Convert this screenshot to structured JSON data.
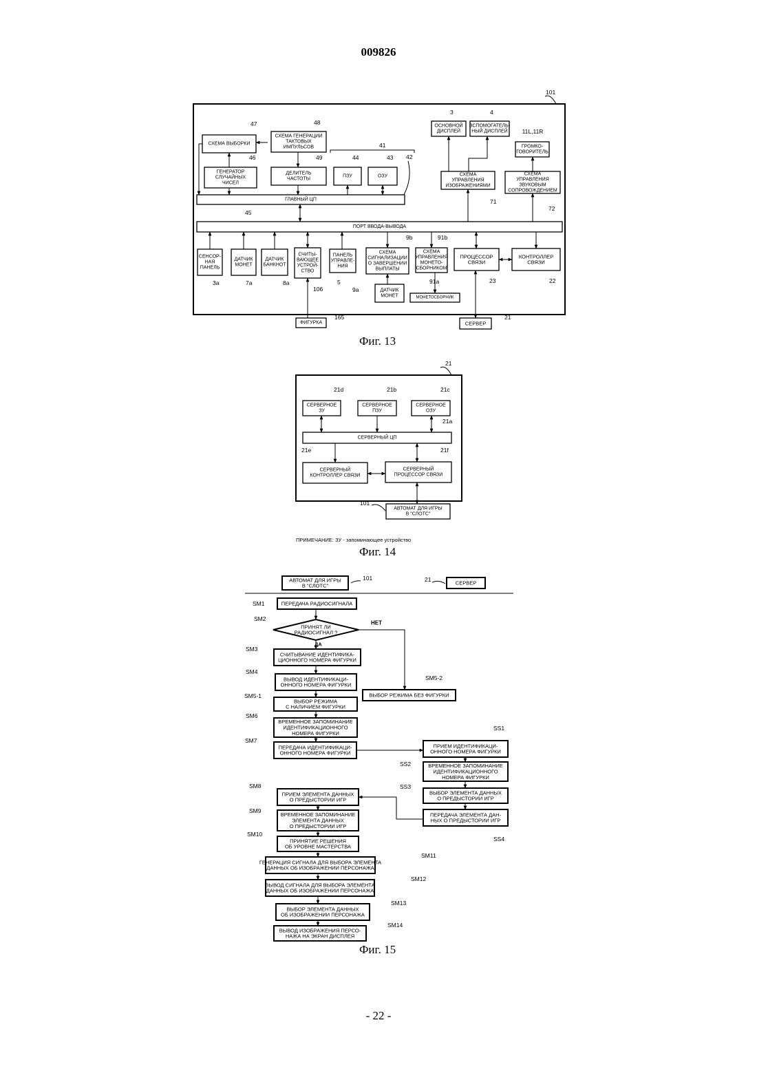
{
  "header": {
    "doc_number": "009826"
  },
  "fig13": {
    "caption": "Фиг. 13",
    "frame_ref": "101",
    "blocks": {
      "sampling": {
        "lines": [
          "СХЕМА ВЫБОРКИ"
        ],
        "ref": "47"
      },
      "clock": {
        "lines": [
          "СХЕМА ГЕНЕРАЦИИ",
          "ТАКТОВЫХ",
          "ИМПУЛЬСОВ"
        ],
        "ref": "48"
      },
      "rng": {
        "lines": [
          "ГЕНЕРАТОР",
          "СЛУЧАЙНЫХ",
          "ЧИСЕЛ"
        ],
        "ref": "46"
      },
      "divider": {
        "lines": [
          "ДЕЛИТЕЛЬ",
          "ЧАСТОТЫ"
        ],
        "ref": "49"
      },
      "rom": {
        "lines": [
          "ПЗУ"
        ],
        "ref": "44"
      },
      "ram": {
        "lines": [
          "ОЗУ"
        ],
        "ref": "43"
      },
      "mem_group_ref": "41",
      "mem_ref": "42",
      "main_display": {
        "lines": [
          "ОСНОВНОЙ",
          "ДИСПЛЕЙ"
        ],
        "ref": "3"
      },
      "aux_display": {
        "lines": [
          "ВСПОМОГАТЕЛЬ-",
          "НЫЙ ДИСПЛЕЙ"
        ],
        "ref": "4"
      },
      "speaker": {
        "lines": [
          "ГРОМКО-",
          "ГОВОРИТЕЛЬ"
        ],
        "ref": "11L,11R"
      },
      "image_ctrl": {
        "lines": [
          "СХЕМА",
          "УПРАВЛЕНИЯ",
          "ИЗОБРАЖЕНИЯМИ"
        ],
        "ref": "71"
      },
      "sound_ctrl": {
        "lines": [
          "СХЕМА",
          "УПРАВЛЕНИЯ",
          "ЗВУКОВЫМ",
          "СОПРОВОЖДЕНИЕМ"
        ],
        "ref": "72"
      },
      "cpu": {
        "lines": [
          "ГЛАВНЫЙ ЦП"
        ]
      },
      "io_port": {
        "lines": [
          "ПОРТ ВВОДА-ВЫВОДА"
        ],
        "ref": "45"
      },
      "touch": {
        "lines": [
          "СЕНСОР-",
          "НАЯ",
          "ПАНЕЛЬ"
        ],
        "ref": "3а"
      },
      "coin_sensor": {
        "lines": [
          "ДАТЧИК",
          "МОНЕТ"
        ],
        "ref": "7а"
      },
      "bill_sensor": {
        "lines": [
          "ДАТЧИК",
          "БАНКНОТ"
        ],
        "ref": "8а"
      },
      "reader": {
        "lines": [
          "СЧИТЫ-",
          "ВАЮЩЕЕ",
          "УСТРОЙ-",
          "СТВО"
        ],
        "ref": "106"
      },
      "control_panel": {
        "lines": [
          "ПАНЕЛЬ",
          "УПРАВЛЕ-",
          "НИЯ"
        ],
        "ref": "5"
      },
      "payout_signal": {
        "lines": [
          "СХЕМА",
          "СИГНАЛИЗАЦИИ",
          "О ЗАВЕРШЕНИИ",
          "ВЫПЛАТЫ"
        ],
        "ref": "9b"
      },
      "hopper_ctrl": {
        "lines": [
          "СХЕМА",
          "УПРАВЛЕНИЯ",
          "МОНЕТО-",
          "СБОРНИКОМ"
        ],
        "ref": "91b"
      },
      "comm_proc": {
        "lines": [
          "ПРОЦЕССОР",
          "СВЯЗИ"
        ],
        "ref": "23"
      },
      "comm_ctrl": {
        "lines": [
          "КОНТРОЛЛЕР",
          "СВЯЗИ"
        ],
        "ref": "22"
      },
      "coin_sensor2": {
        "lines": [
          "ДАТЧИК",
          "МОНЕТ"
        ],
        "ref": "9а"
      },
      "hopper": {
        "lines": [
          "МОНЕТОСБОРНИК"
        ],
        "ref": "91а"
      },
      "figure": {
        "lines": [
          "ФИГУРКА"
        ],
        "ref": "165"
      },
      "server": {
        "lines": [
          "СЕРВЕР"
        ],
        "ref": "21"
      }
    }
  },
  "fig14": {
    "caption": "Фиг. 14",
    "frame_ref": "21",
    "blocks": {
      "server_mem": {
        "lines": [
          "СЕРВЕРНОЕ",
          "ЗУ"
        ],
        "ref": "21d"
      },
      "server_rom": {
        "lines": [
          "СЕРВЕРНОЕ",
          "ПЗУ"
        ],
        "ref": "21b"
      },
      "server_ram": {
        "lines": [
          "СЕРВЕРНОЕ",
          "ОЗУ"
        ],
        "ref": "21c"
      },
      "server_cpu": {
        "lines": [
          "СЕРВЕРНЫЙ ЦП"
        ],
        "ref": "21a"
      },
      "server_comm_ctrl": {
        "lines": [
          "СЕРВЕРНЫЙ",
          "КОНТРОЛЛЕР СВЯЗИ"
        ],
        "ref": "21e"
      },
      "server_comm_proc": {
        "lines": [
          "СЕРВЕРНЫЙ",
          "ПРОЦЕССОР СВЯЗИ"
        ],
        "ref": "21f"
      },
      "slot_machine": {
        "lines": [
          "АВТОМАТ ДЛЯ ИГРЫ",
          "В \"СЛОТС\""
        ],
        "ref": "101"
      }
    },
    "note": "ПРИМЕЧАНИЕ: ЗУ - запоминающее устройство"
  },
  "fig15": {
    "caption": "Фиг. 15",
    "header_machine": {
      "lines": [
        "АВТОМАТ ДЛЯ ИГРЫ",
        "В \"СЛОТС\""
      ],
      "ref": "101"
    },
    "header_server": {
      "lines": [
        "СЕРВЕР"
      ],
      "ref": "21"
    },
    "yes_label": "ДА",
    "no_label": "НЕТ",
    "steps": {
      "SM1": {
        "lines": [
          "ПЕРЕДАЧА РАДИОСИГНАЛА"
        ]
      },
      "SM2": {
        "lines": [
          "ПРИНЯТ ЛИ",
          "РАДИОСИГНАЛ ?"
        ]
      },
      "SM3": {
        "lines": [
          "СЧИТЫВАНИЕ ИДЕНТИФИКА-",
          "ЦИОННОГО НОМЕРА ФИГУРКИ"
        ]
      },
      "SM4": {
        "lines": [
          "ВЫВОД ИДЕНТИФИКАЦИ-",
          "ОННОГО НОМЕРА ФИГУРКИ"
        ]
      },
      "SM5-1": {
        "lines": [
          "ВЫБОР РЕЖИМА",
          "С НАЛИЧИЕМ ФИГУРКИ"
        ]
      },
      "SM5-2": {
        "lines": [
          "ВЫБОР РЕЖИМА БЕЗ ФИГУРКИ"
        ]
      },
      "SM6": {
        "lines": [
          "ВРЕМЕННОЕ ЗАПОМИНАНИЕ",
          "ИДЕНТИФИКАЦИОННОГО",
          "НОМЕРА ФИГУРКИ"
        ]
      },
      "SM7": {
        "lines": [
          "ПЕРЕДАЧА ИДЕНТИФИКАЦИ-",
          "ОННОГО НОМЕРА ФИГУРКИ"
        ]
      },
      "SS1": {
        "lines": [
          "ПРИЕМ ИДЕНТИФИКАЦИ-",
          "ОННОГО НОМЕРА ФИГУРКИ"
        ]
      },
      "SS2": {
        "lines": [
          "ВРЕМЕННОЕ ЗАПОМИНАНИЕ",
          "ИДЕНТИФИКАЦИОННОГО",
          "НОМЕРА ФИГУРКИ"
        ]
      },
      "SS3": {
        "lines": [
          "ВЫБОР ЭЛЕМЕНТА ДАННЫХ",
          "О ПРЕДЫСТОРИИ ИГР"
        ]
      },
      "SS4": {
        "lines": [
          "ПЕРЕДАЧА ЭЛЕМЕНТА ДАН-",
          "НЫХ О ПРЕДЫСТОРИИ ИГР"
        ]
      },
      "SM8": {
        "lines": [
          "ПРИЕМ ЭЛЕМЕНТА ДАННЫХ",
          "О ПРЕДЫСТОРИИ ИГР"
        ]
      },
      "SM9": {
        "lines": [
          "ВРЕМЕННОЕ ЗАПОМИНАНИЕ",
          "ЭЛЕМЕНТА ДАННЫХ",
          "О ПРЕДЫСТОРИИ ИГР"
        ]
      },
      "SM10": {
        "lines": [
          "ПРИНЯТИЕ РЕШЕНИЯ",
          "ОБ УРОВНЕ МАСТЕРСТВА"
        ]
      },
      "SM11": {
        "lines": [
          "ГЕНЕРАЦИЯ СИГНАЛА ДЛЯ ВЫБОРА ЭЛЕМЕНТА",
          "ДАННЫХ ОБ ИЗОБРАЖЕНИИ ПЕРСОНАЖА"
        ]
      },
      "SM12": {
        "lines": [
          "ВЫВОД СИГНАЛА ДЛЯ ВЫБОРА ЭЛЕМЕНТА",
          "ДАННЫХ ОБ ИЗОБРАЖЕНИИ ПЕРСОНАЖА"
        ]
      },
      "SM13": {
        "lines": [
          "ВЫБОР ЭЛЕМЕНТА ДАННЫХ",
          "ОБ ИЗОБРАЖЕНИИ ПЕРСОНАЖА"
        ]
      },
      "SM14": {
        "lines": [
          "ВЫВОД ИЗОБРАЖЕНИЯ ПЕРСО-",
          "НАЖА НА ЭКРАН ДИСПЛЕЯ"
        ]
      }
    }
  },
  "footer": {
    "page": "- 22 -"
  }
}
